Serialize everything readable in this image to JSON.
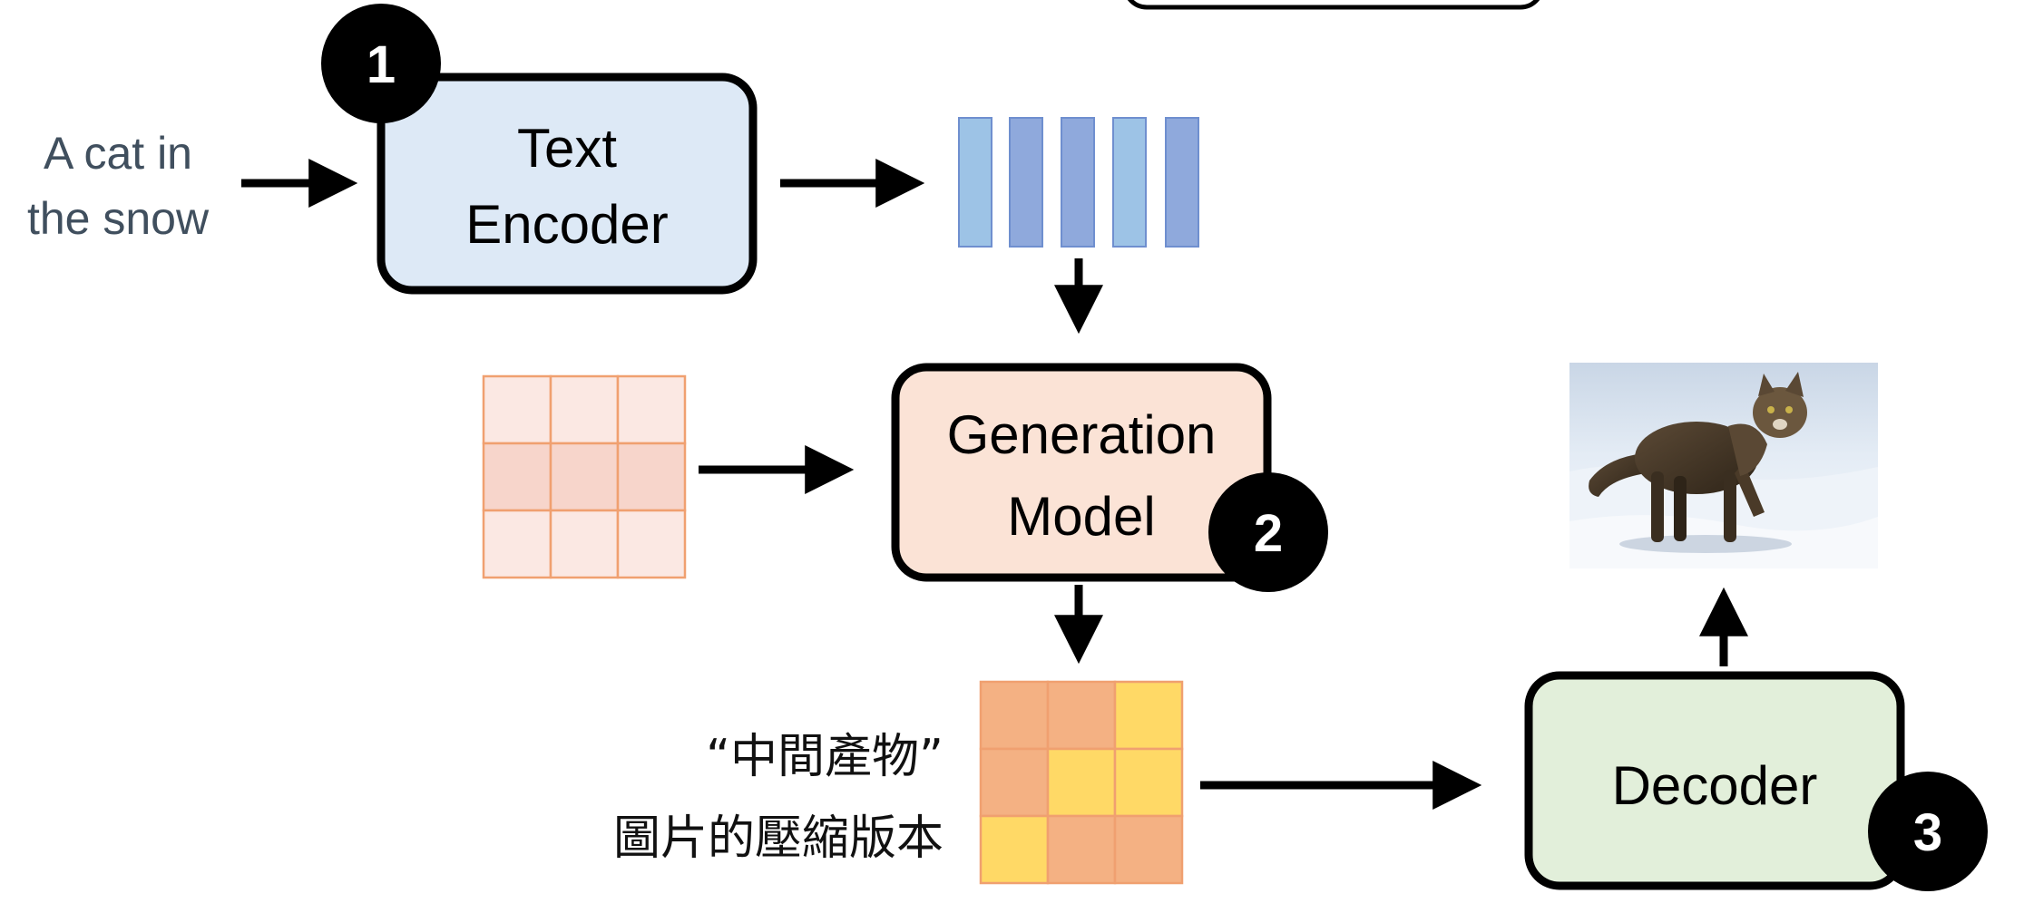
{
  "prompt": {
    "line1": "A cat in",
    "line2": "the snow"
  },
  "text_encoder": {
    "line1": "Text",
    "line2": "Encoder",
    "badge": "1",
    "fill": "#dde9f6"
  },
  "generation_model": {
    "line1": "Generation",
    "line2": "Model",
    "badge": "2",
    "fill": "#fbe3d6"
  },
  "decoder": {
    "label": "Decoder",
    "badge": "3",
    "fill": "#e2efda"
  },
  "intermediate_label": {
    "line1": "“中間產物”",
    "line2": "圖片的壓縮版本"
  },
  "embedding_colors": [
    "#9dc3e6",
    "#8fa9dc",
    "#8fa9dc",
    "#9dc3e6",
    "#8fa9dc"
  ],
  "noise_grid_colors": [
    "#fbe8e3",
    "#fbe8e3",
    "#fbe8e3",
    "#f7d5cb",
    "#f7d5cb",
    "#f7d5cb",
    "#fbe8e3",
    "#fbe8e3",
    "#fbe8e3"
  ],
  "latent_grid_colors": [
    "#f4b183",
    "#f4b183",
    "#ffd966",
    "#f4b183",
    "#ffd966",
    "#ffd966",
    "#ffd966",
    "#f4b183",
    "#f4b183"
  ],
  "output_image": {
    "subject": "cat-in-snow"
  }
}
